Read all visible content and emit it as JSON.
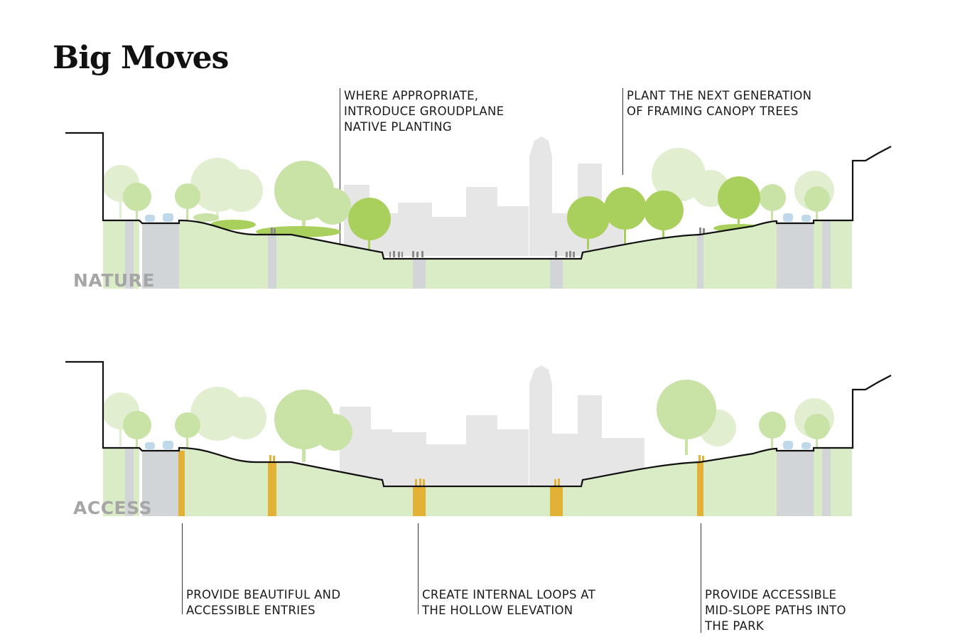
{
  "title": "Big Moves",
  "sections": {
    "nature": {
      "label": "NATURE"
    },
    "access": {
      "label": "ACCESS"
    }
  },
  "callouts": {
    "groundplane": [
      "WHERE APPROPRIATE,",
      "INTRODUCE GROUDPLANE",
      "NATIVE PLANTING"
    ],
    "canopy": [
      "PLANT THE NEXT GENERATION",
      "OF FRAMING CANOPY TREES"
    ],
    "entries": [
      "PROVIDE BEAUTIFUL AND",
      "ACCESSIBLE ENTRIES"
    ],
    "loops": [
      "CREATE INTERNAL LOOPS AT",
      "THE HOLLOW ELEVATION"
    ],
    "midslope": [
      "PROVIDE ACCESSIBLE",
      "MID-SLOPE PATHS INTO",
      "THE PARK"
    ]
  },
  "colors": {
    "ground": "#d9ecc6",
    "tree_light": "#e2eed0",
    "tree_mid": "#c9e2a6",
    "tree_bright": "#a9d05c",
    "skyline": "#e6e6e6",
    "road": "#d2d5d8",
    "car": "#bfd9ea",
    "highlight": "#e2b236",
    "profile": "#111111"
  }
}
